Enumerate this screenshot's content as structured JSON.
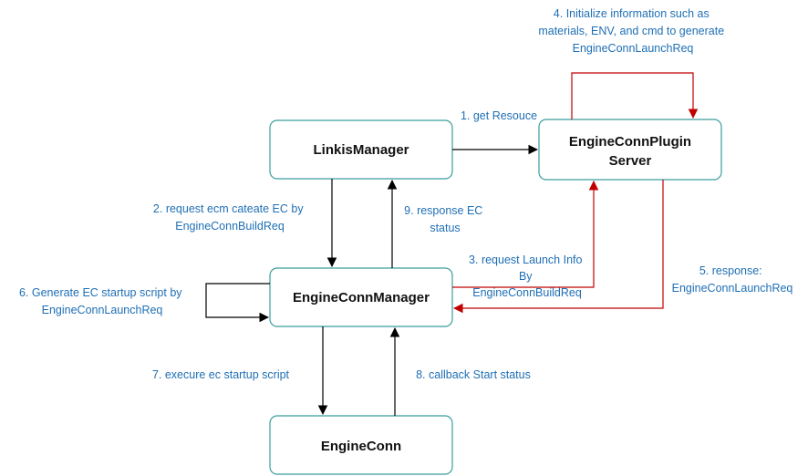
{
  "nodes": {
    "linkis_manager": "LinkisManager",
    "plugin_server_line1": "EngineConnPlugin",
    "plugin_server_line2": "Server",
    "engineconn_manager": "EngineConnManager",
    "engineconn": "EngineConn"
  },
  "edges": {
    "e1": [
      "1. get Resouce"
    ],
    "e2": [
      "2. request ecm cateate EC by",
      "EngineConnBuildReq"
    ],
    "e3": [
      "3. request Launch Info",
      "By",
      "EngineConnBuildReq"
    ],
    "e4": [
      "4. Initialize information such as",
      "materials, ENV, and cmd to generate",
      "EngineConnLaunchReq"
    ],
    "e5": [
      "5. response:",
      "EngineConnLaunchReq"
    ],
    "e6": [
      "6. Generate EC startup script by",
      "EngineConnLaunchReq"
    ],
    "e7": [
      "7. execure ec startup script"
    ],
    "e8": [
      "8. callback Start status"
    ],
    "e9": [
      "9. response EC",
      "status"
    ]
  },
  "colors": {
    "node_border": "#3a9e9e",
    "label_text": "#1f6fb5",
    "red_arrow": "#c00000",
    "black_arrow": "#000000"
  }
}
